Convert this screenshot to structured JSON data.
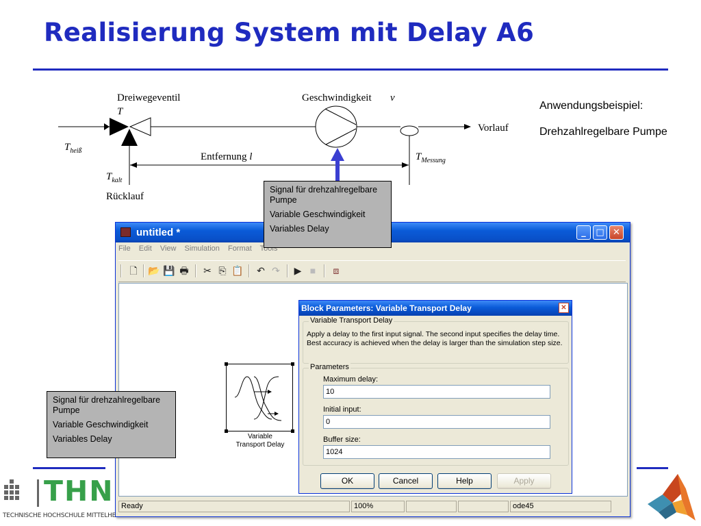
{
  "slide": {
    "title": "Realisierung System mit Delay A6"
  },
  "schematic": {
    "valve_label": "Dreiwegeventil",
    "valve_var": "T",
    "speed_label": "Geschwindigkeit",
    "speed_var": "v",
    "flow_out": "Vorlauf",
    "return_label": "Rücklauf",
    "distance_label": "Entfernung",
    "distance_var": "l",
    "t_hot": "T",
    "t_hot_sub": "heiß",
    "t_cold": "T",
    "t_cold_sub": "kalt",
    "t_meas": "T",
    "t_meas_sub": "Messung"
  },
  "application_note": {
    "line1": "Anwendungsbeispiel:",
    "line2": "Drehzahlregelbare Pumpe"
  },
  "callout_top": {
    "line1": "Signal für drehzahlregelbare Pumpe",
    "line2": "Variable Geschwindigkeit",
    "line3": "Variables Delay"
  },
  "callout_bottom": {
    "line1": "Signal für drehzahlregelbare Pumpe",
    "line2": "Variable Geschwindigkeit",
    "line3": "Variables Delay"
  },
  "simulink": {
    "window_title": "untitled *",
    "menu": [
      "File",
      "Edit",
      "View",
      "Simulation",
      "Format",
      "Tools"
    ],
    "block_name_line1": "Variable",
    "block_name_line2": "Transport Delay",
    "status": {
      "ready": "Ready",
      "zoom": "100%",
      "solver": "ode45"
    }
  },
  "dialog": {
    "title": "Block Parameters: Variable Transport Delay",
    "group_title": "Variable Transport Delay",
    "description": "Apply a delay to the first input signal.  The second input specifies the delay time.  Best accuracy is achieved when the delay is larger than the simulation step size.",
    "params_title": "Parameters",
    "max_delay_label": "Maximum delay:",
    "max_delay_value": "10",
    "initial_input_label": "Initial input:",
    "initial_input_value": "0",
    "buffer_size_label": "Buffer size:",
    "buffer_size_value": "1024",
    "buttons": {
      "ok": "OK",
      "cancel": "Cancel",
      "help": "Help",
      "apply": "Apply"
    }
  },
  "footer": {
    "logo_text": "THN",
    "logo_sub": "TECHNISCHE HOCHSCHULE MITTELHE"
  },
  "colors": {
    "title_blue": "#1f2bbf",
    "signal_blue": "#3b3fd1",
    "callout_gray": "#b4b4b4",
    "thn_green": "#37a04a"
  }
}
